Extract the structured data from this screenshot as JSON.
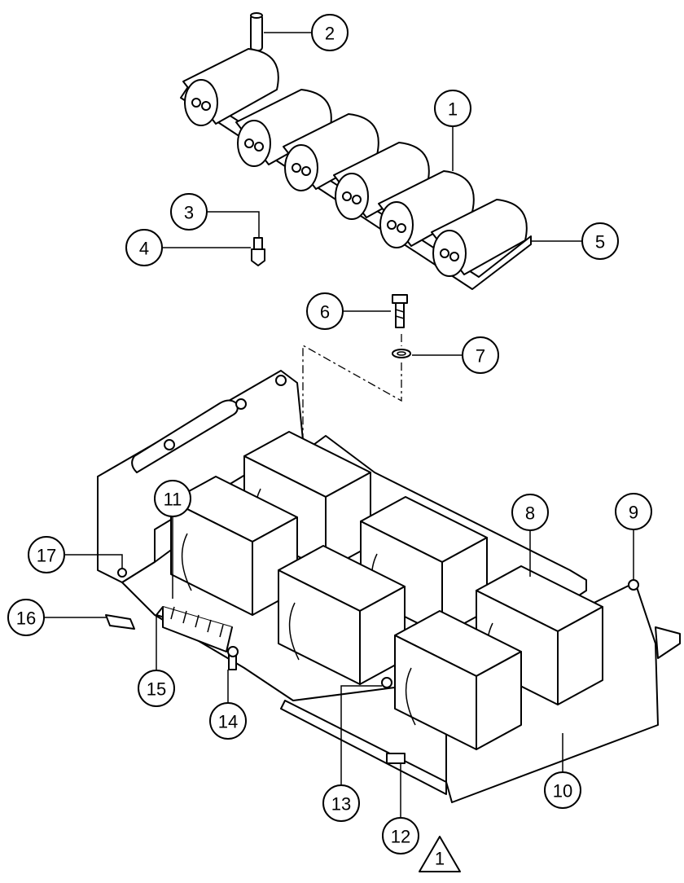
{
  "diagram": {
    "callouts": [
      {
        "id": "1",
        "label": "1"
      },
      {
        "id": "2",
        "label": "2"
      },
      {
        "id": "3",
        "label": "3"
      },
      {
        "id": "4",
        "label": "4"
      },
      {
        "id": "5",
        "label": "5"
      },
      {
        "id": "6",
        "label": "6"
      },
      {
        "id": "7",
        "label": "7"
      },
      {
        "id": "8",
        "label": "8"
      },
      {
        "id": "9",
        "label": "9"
      },
      {
        "id": "10",
        "label": "10"
      },
      {
        "id": "11",
        "label": "11"
      },
      {
        "id": "12",
        "label": "12"
      },
      {
        "id": "13",
        "label": "13"
      },
      {
        "id": "14",
        "label": "14"
      },
      {
        "id": "15",
        "label": "15"
      },
      {
        "id": "16",
        "label": "16"
      },
      {
        "id": "17",
        "label": "17"
      }
    ],
    "note_flag": "1"
  }
}
